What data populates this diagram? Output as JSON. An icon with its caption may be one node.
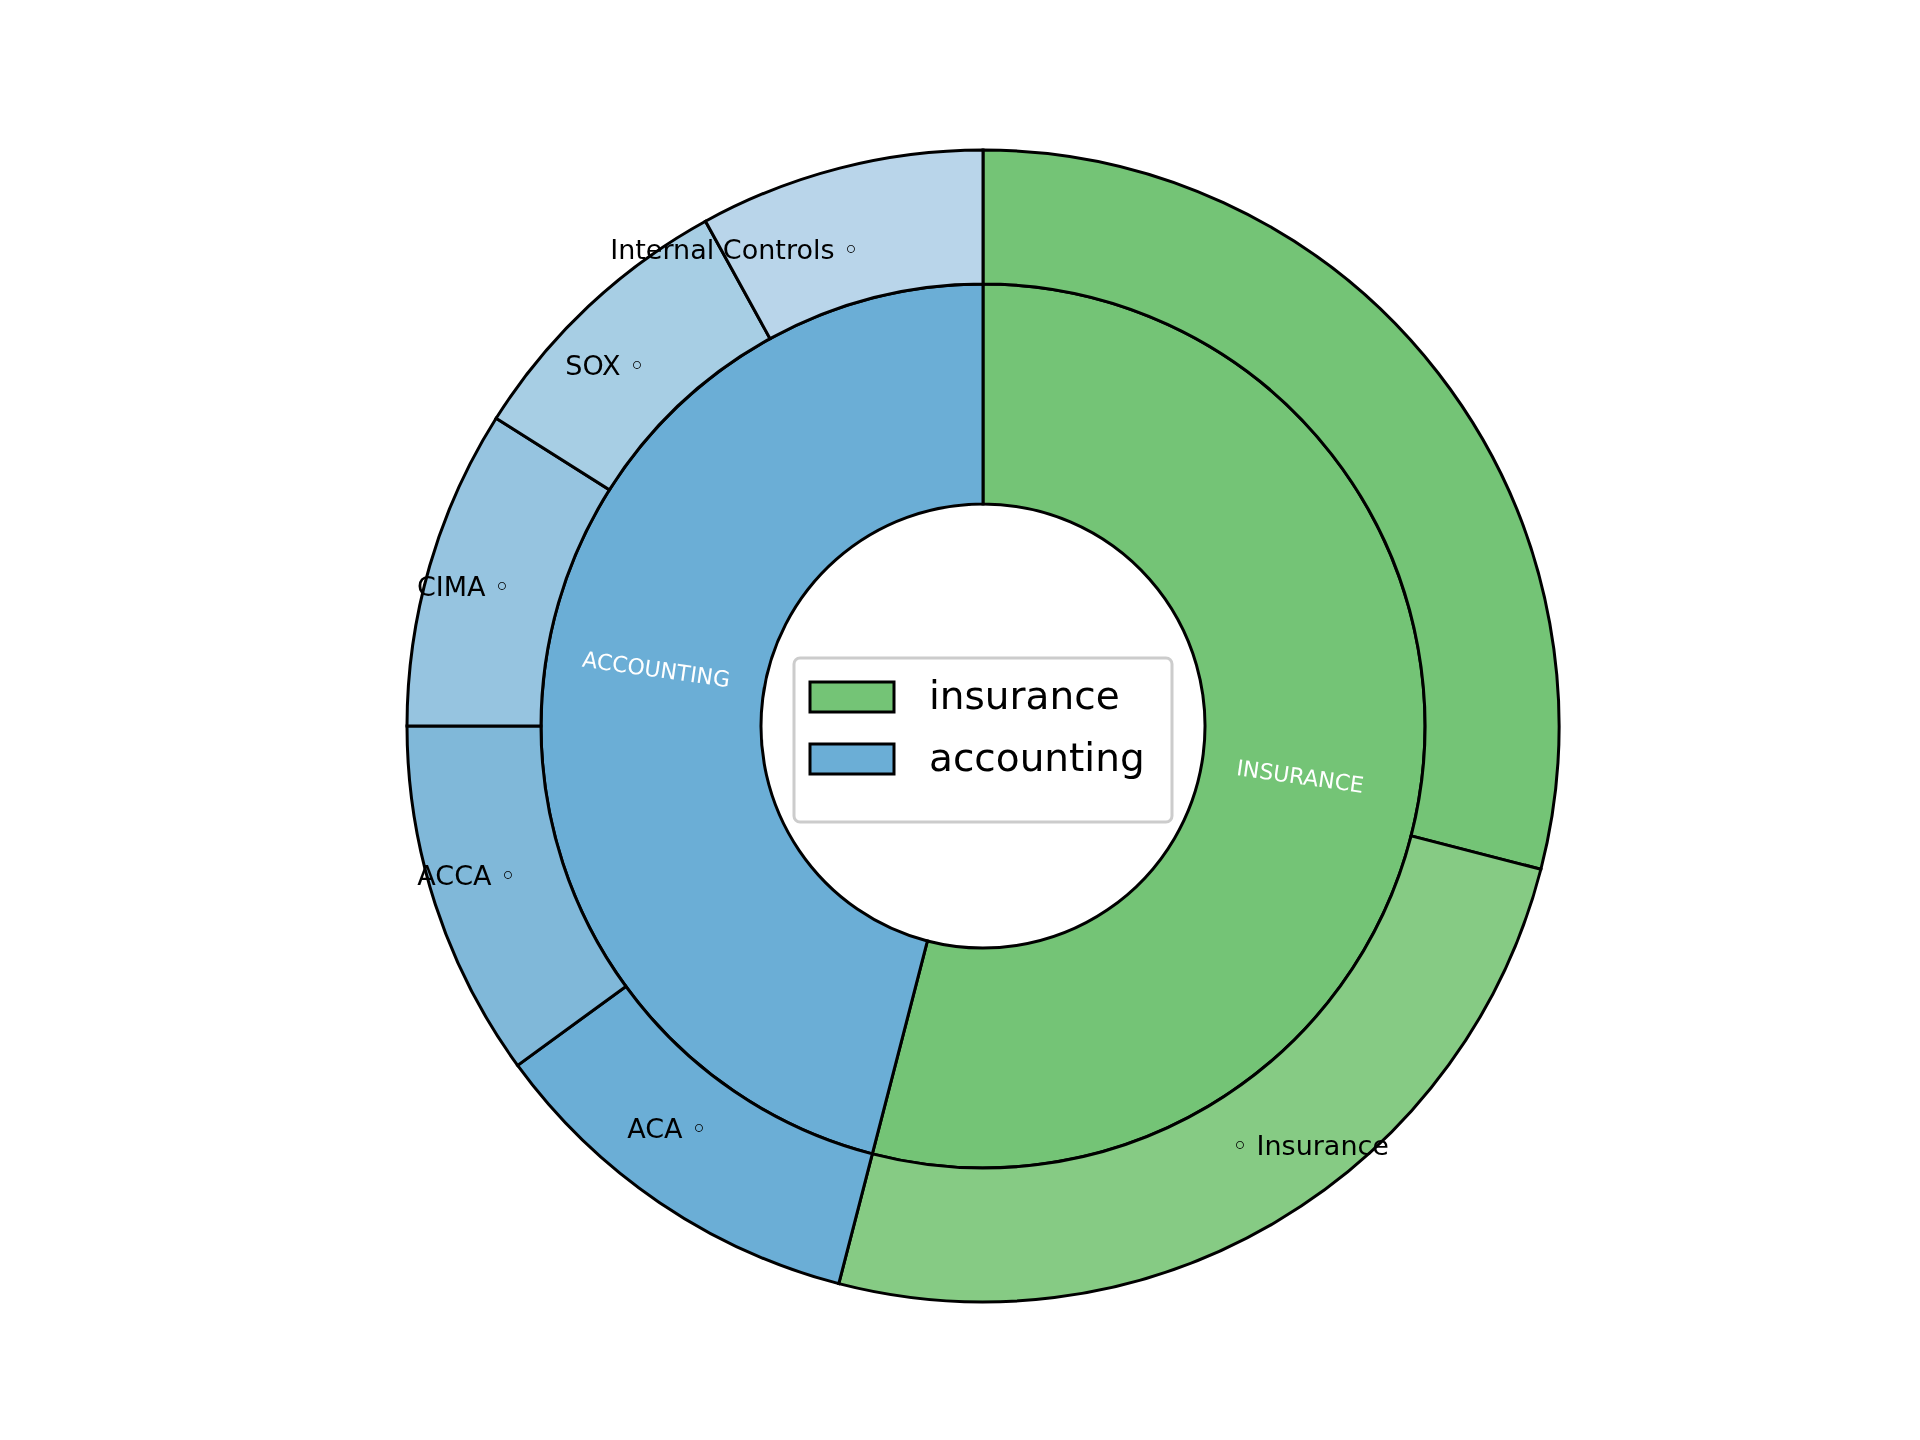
{
  "diagram": {
    "nodes": [
      {
        "text": [
          "INSURANCE"
        ]
      },
      {
        "text": [
          "ACCOUNTING"
        ]
      },
      {
        "text": [],
        "shape": "wedge"
      },
      {
        "text": [
          "◦ Insurance"
        ]
      },
      {
        "text": [
          "ACA ◦"
        ]
      },
      {
        "text": [
          "ACCA ◦"
        ]
      },
      {
        "text": [
          "CIMA ◦"
        ]
      },
      {
        "text": [
          "SOX ◦"
        ]
      },
      {
        "text": [
          "Internal Controls ◦"
        ]
      }
    ],
    "legend": [
      {
        "text": "insurance",
        "color": "#74c476"
      },
      {
        "text": "accounting",
        "color": "#6baed6"
      }
    ]
  }
}
